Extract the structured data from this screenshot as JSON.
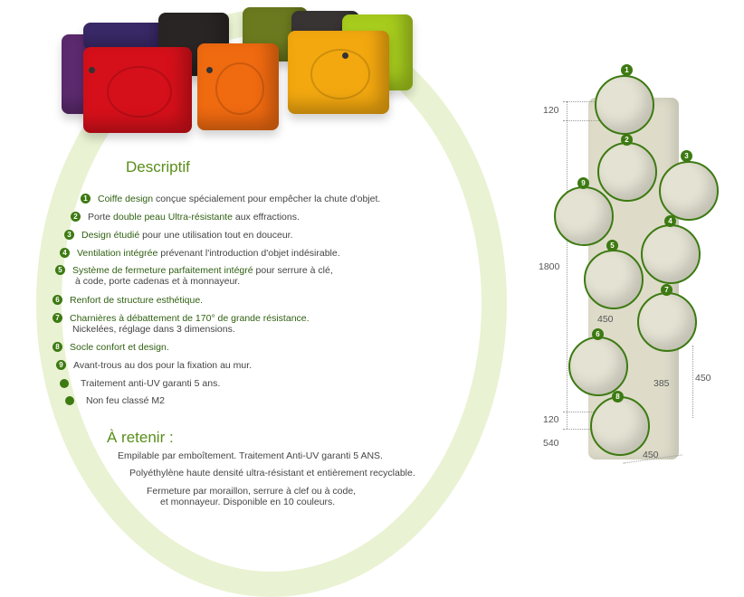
{
  "description": {
    "title": "Descriptif",
    "items": [
      {
        "marker": "1",
        "strong": "Coiffe design",
        "rest": " conçue spécialement pour empêcher la chute d'objet."
      },
      {
        "marker": "2",
        "lead": "Porte ",
        "strong": "double peau Ultra-résistante",
        "rest": " aux effractions."
      },
      {
        "marker": "3",
        "strong": "Design étudié",
        "rest": " pour une utilisation tout en douceur."
      },
      {
        "marker": "4",
        "strong": "Ventilation intégrée",
        "rest": " prévenant l'introduction d'objet indésirable."
      },
      {
        "marker": "5",
        "strong": "Système de fermeture parfaitement intégré",
        "rest": " pour serrure à clé,",
        "line2": "à code, porte cadenas et à monnayeur."
      },
      {
        "marker": "6",
        "strong": "Renfort de structure esthétique.",
        "rest": ""
      },
      {
        "marker": "7",
        "strong": "Charnières à débattement de 170° de grande résistance.",
        "rest": "",
        "line2": "Nickelées, réglage dans 3 dimensions."
      },
      {
        "marker": "8",
        "strong": "Socle confort et design.",
        "rest": ""
      },
      {
        "marker": "9",
        "lead": "Avant-trous au dos pour la fixation au mur.",
        "strong": "",
        "rest": ""
      },
      {
        "marker": "",
        "lead": "Traitement anti-UV garanti 5 ans.",
        "strong": "",
        "rest": ""
      },
      {
        "marker": "",
        "lead": "Non feu classé M2",
        "strong": "",
        "rest": ""
      }
    ]
  },
  "retenir": {
    "title": "À retenir :",
    "lines": [
      "Empilable par emboîtement. Traitement Anti-UV garanti 5 ANS.",
      "Polyéthylène haute densité ultra-résistant et entièrement recyclable.",
      "Fermeture par moraillon, serrure à clef ou à code,",
      "et monnayeur. Disponible en 10 couleurs."
    ]
  },
  "diagram": {
    "dims": {
      "top": "120",
      "height": "1800",
      "depth_door": "450",
      "door_h": "385",
      "right_h": "450",
      "bottom": "120",
      "depth": "540",
      "width": "450"
    },
    "badges": [
      "1",
      "2",
      "3",
      "9",
      "4",
      "5",
      "7",
      "6",
      "8"
    ]
  },
  "colors": {
    "accent": "#3d7a12",
    "title": "#5a8e1a",
    "arc": "#e9f2d2"
  }
}
